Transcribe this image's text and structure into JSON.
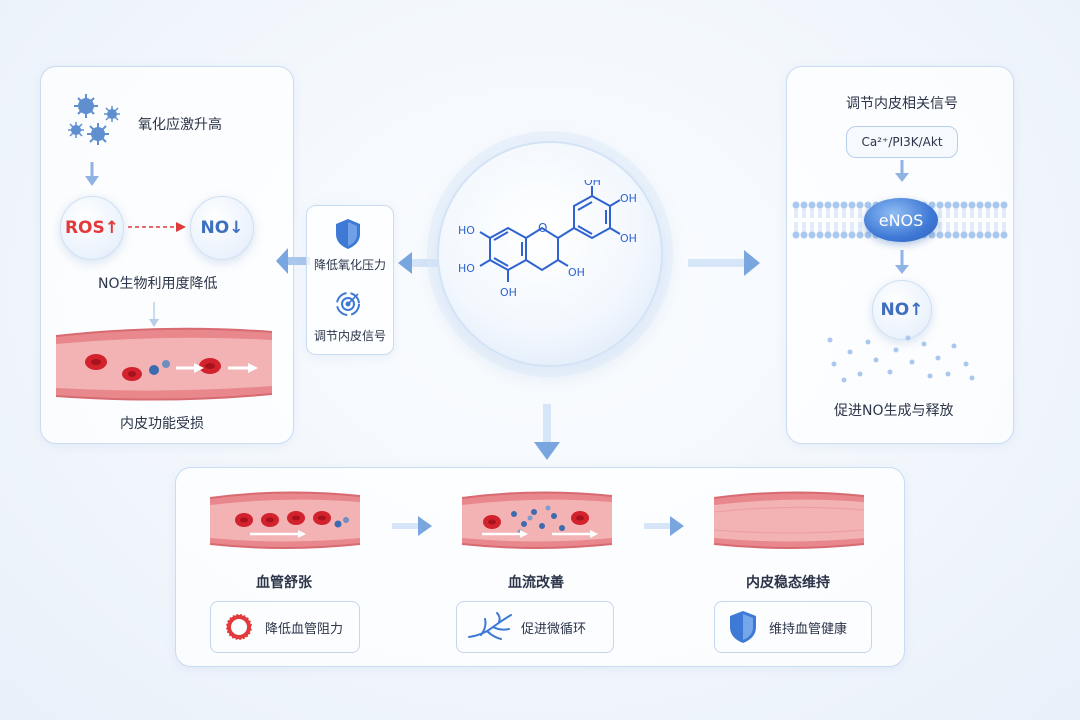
{
  "left_panel": {
    "stress_label": "氧化应激升高",
    "ros_label": "ROS",
    "no_low_label": "NO",
    "no_bio_label": "NO生物利用度降低",
    "endo_damage_label": "内皮功能受损"
  },
  "mid_left": {
    "item1": "降低氧化压力",
    "item2": "调节内皮信号"
  },
  "molecule": {
    "oh": "OH",
    "ho": "HO"
  },
  "right_panel": {
    "title": "调节内皮相关信号",
    "pathway": "Ca²⁺/PI3K/Akt",
    "enzyme": "eNOS",
    "no_label": "NO",
    "caption": "促进NO生成与释放"
  },
  "bottom": {
    "step1": "血管舒张",
    "step2": "血流改善",
    "step3": "内皮稳态维持",
    "tag1": "降低血管阻力",
    "tag2": "促进微循环",
    "tag3": "维持血管健康"
  },
  "colors": {
    "accent_blue": "#3f79d6",
    "red": "#e23a3a",
    "vessel": "#e8878c"
  }
}
